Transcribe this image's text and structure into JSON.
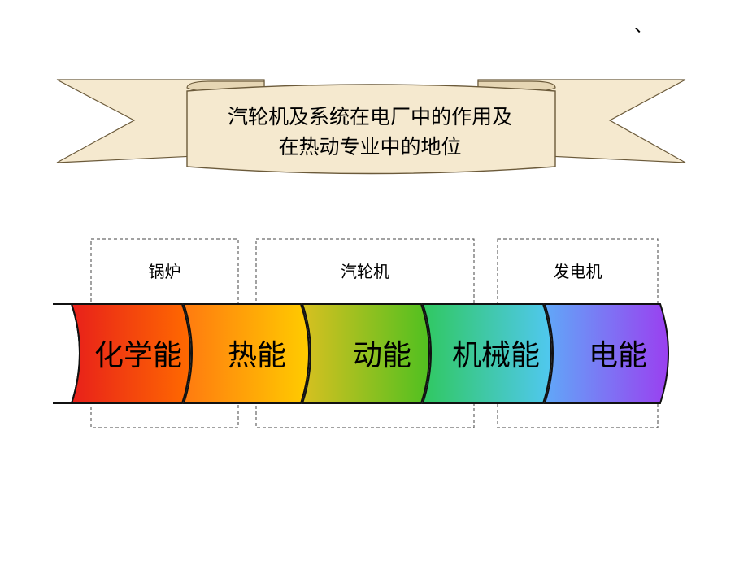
{
  "banner": {
    "line1": "汽轮机及系统在电厂中的作用及",
    "line2": "在热动专业中的地位"
  },
  "corner_mark": "、",
  "boxes": [
    {
      "label": "锅炉"
    },
    {
      "label": "汽轮机"
    },
    {
      "label": "发电机"
    }
  ],
  "segments": [
    {
      "label": "化学能",
      "colors": [
        "#e8201a",
        "#ff6a00"
      ]
    },
    {
      "label": "热能",
      "colors": [
        "#ff7a10",
        "#ffcc00"
      ]
    },
    {
      "label": "动能",
      "colors": [
        "#d8c020",
        "#50c020"
      ]
    },
    {
      "label": "机械能",
      "colors": [
        "#30c860",
        "#50c8f0"
      ]
    },
    {
      "label": "电能",
      "colors": [
        "#60a8f8",
        "#9a40f0"
      ]
    }
  ],
  "colors": {
    "banner_fill": "#f5e9cf",
    "banner_stroke": "#6b5a3a",
    "box_stroke": "#444444"
  }
}
